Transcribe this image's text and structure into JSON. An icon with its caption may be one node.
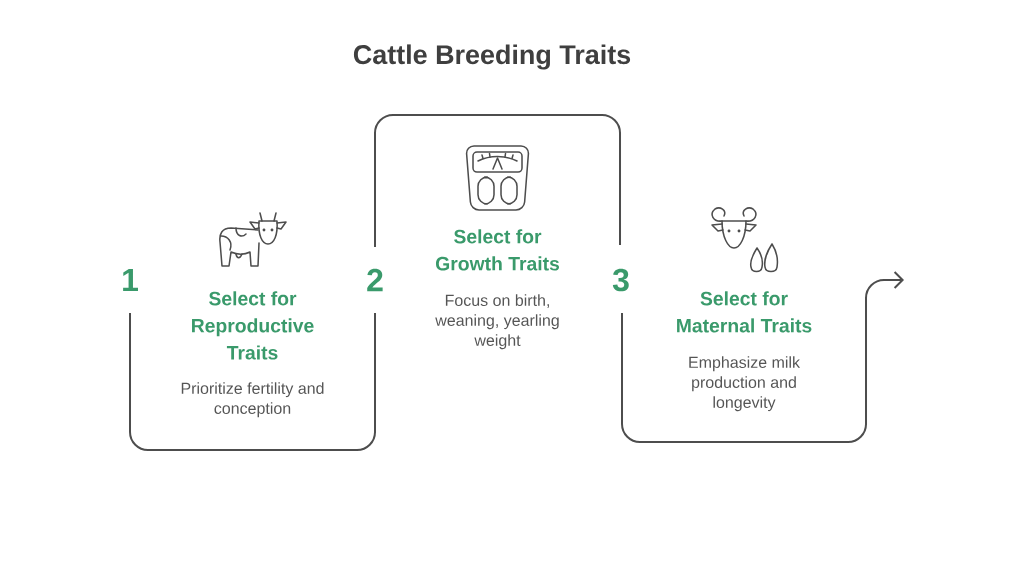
{
  "diagram": {
    "title": "Cattle Breeding Traits",
    "nodes": [
      {
        "text": [
          "Select for Reproductive Traits",
          "Prioritize fertility and conception"
        ]
      },
      {
        "text": [
          "Select for Growth Traits",
          "Focus on birth, weaning, yearling weight"
        ]
      },
      {
        "text": [
          "Select for Maternal Traits",
          "Emphasize milk production and longevity"
        ]
      }
    ],
    "labels": [
      "1",
      "2",
      "3"
    ]
  }
}
